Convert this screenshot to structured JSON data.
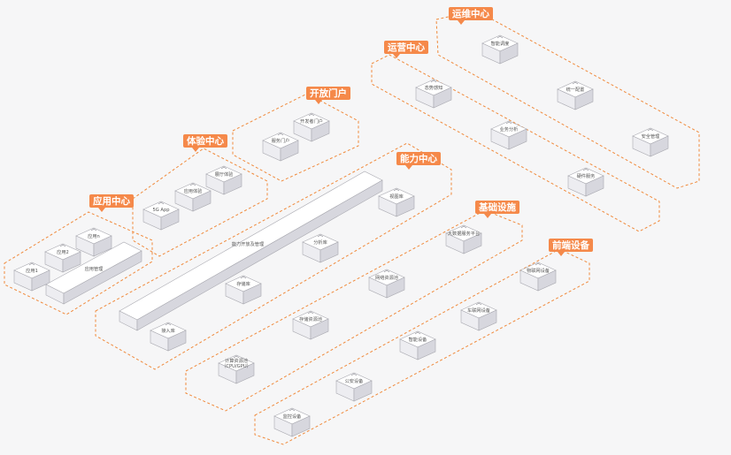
{
  "zones": [
    {
      "key": "ops",
      "label": "运维中心"
    },
    {
      "key": "run",
      "label": "运营中心"
    },
    {
      "key": "open",
      "label": "开放门户"
    },
    {
      "key": "exp",
      "label": "体验中心"
    },
    {
      "key": "cap",
      "label": "能力中心"
    },
    {
      "key": "app",
      "label": "应用中心"
    },
    {
      "key": "infra",
      "label": "基础设施"
    },
    {
      "key": "edge",
      "label": "前端设备"
    }
  ],
  "boxes": {
    "ops": [
      "智能调度",
      "统一配置",
      "安全管理"
    ],
    "run": [
      "态势感知",
      "业务分析",
      "硬件服务"
    ],
    "open": [
      "服务门户",
      "开发者门户"
    ],
    "exp": [
      "5G App",
      "应用体验",
      "展厅体验"
    ],
    "cap": [
      "能力开放及管理",
      "视图库",
      "分析库",
      "存储库",
      "接入库"
    ],
    "app": [
      "应用1",
      "应用2",
      "应用n",
      "应用管理"
    ],
    "infra": [
      "大数据服务平台",
      "网络资源池",
      "存储资源池",
      "计算资源池\n（CPU/GPU）"
    ],
    "edge": [
      "物联网设备",
      "车联网设备",
      "智能设备",
      "公安设备",
      "监控设备"
    ]
  }
}
